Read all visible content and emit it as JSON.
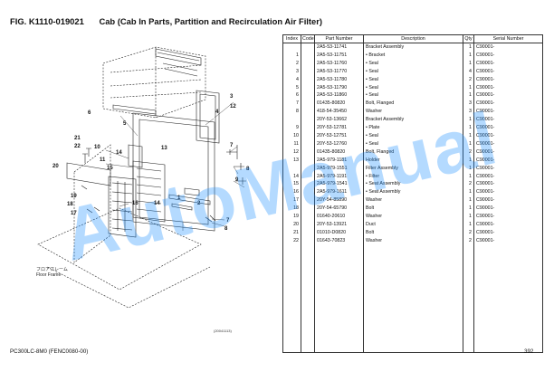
{
  "header": {
    "fig_code": "FIG. K1110-019021",
    "fig_title": "Cab (Cab In Parts, Partition and Recirculation Air Filter)"
  },
  "table": {
    "columns": [
      "Index",
      "Code",
      "Part Number",
      "Description",
      "Qty",
      "Serial Number"
    ],
    "rows": [
      {
        "index": "",
        "part": "2A5-53-11741",
        "desc": "Bracket Assembly",
        "qty": "1",
        "serial": "C90001-"
      },
      {
        "index": "1",
        "part": "2A5-53-11751",
        "desc": "• Bracket",
        "qty": "1",
        "serial": "C90001-"
      },
      {
        "index": "2",
        "part": "2A5-53-11760",
        "desc": "• Seal",
        "qty": "1",
        "serial": "C90001-"
      },
      {
        "index": "3",
        "part": "2A5-53-11770",
        "desc": "• Seal",
        "qty": "4",
        "serial": "C90001-"
      },
      {
        "index": "4",
        "part": "2A5-53-11780",
        "desc": "• Seal",
        "qty": "2",
        "serial": "C90001-"
      },
      {
        "index": "5",
        "part": "2A5-53-11790",
        "desc": "• Seal",
        "qty": "1",
        "serial": "C90001-"
      },
      {
        "index": "6",
        "part": "2A5-53-11860",
        "desc": "• Seal",
        "qty": "1",
        "serial": "C90001-"
      },
      {
        "index": "7",
        "part": "01435-80820",
        "desc": "Bolt, Flanged",
        "qty": "3",
        "serial": "C90001-"
      },
      {
        "index": "8",
        "part": "418-54-35450",
        "desc": "Washer",
        "qty": "3",
        "serial": "C90001-"
      },
      {
        "index": "",
        "part": "20Y-53-13662",
        "desc": "Bracket Assembly",
        "qty": "1",
        "serial": "C90001-"
      },
      {
        "index": "9",
        "part": "20Y-53-12781",
        "desc": "• Plate",
        "qty": "1",
        "serial": "C90001-"
      },
      {
        "index": "10",
        "part": "20Y-53-12751",
        "desc": "• Seal",
        "qty": "1",
        "serial": "C90001-"
      },
      {
        "index": "11",
        "part": "20Y-53-12760",
        "desc": "• Seal",
        "qty": "1",
        "serial": "C90001-"
      },
      {
        "index": "12",
        "part": "01435-80820",
        "desc": "Bolt, Flanged",
        "qty": "2",
        "serial": "C90001-"
      },
      {
        "index": "13",
        "part": "2A5-979-1181",
        "desc": "Holder",
        "qty": "1",
        "serial": "C90001-"
      },
      {
        "index": "",
        "part": "2A5-979-1551",
        "desc": "Filter Assembly",
        "qty": "1",
        "serial": "C90001-"
      },
      {
        "index": "14",
        "part": "2A5-979-1191",
        "desc": "• Filter",
        "qty": "1",
        "serial": "C90001-"
      },
      {
        "index": "15",
        "part": "2A5-979-1541",
        "desc": "• Seat Assembly",
        "qty": "2",
        "serial": "C90001-"
      },
      {
        "index": "16",
        "part": "2A5-979-1611",
        "desc": "• Seat Assembly",
        "qty": "1",
        "serial": "C90001-"
      },
      {
        "index": "17",
        "part": "20Y-54-85890",
        "desc": "Washer",
        "qty": "1",
        "serial": "C90001-"
      },
      {
        "index": "18",
        "part": "20Y-54-65790",
        "desc": "Bolt",
        "qty": "1",
        "serial": "C90001-"
      },
      {
        "index": "19",
        "part": "01640-20610",
        "desc": "Washer",
        "qty": "1",
        "serial": "C90001-"
      },
      {
        "index": "20",
        "part": "20Y-53-13921",
        "desc": "Duct",
        "qty": "1",
        "serial": "C90001-"
      },
      {
        "index": "21",
        "part": "01010-D0820",
        "desc": "Bolt",
        "qty": "2",
        "serial": "C90001-"
      },
      {
        "index": "22",
        "part": "01643-70823",
        "desc": "Washer",
        "qty": "2",
        "serial": "C90001-"
      }
    ]
  },
  "diagram": {
    "callouts": [
      "1",
      "2",
      "3",
      "4",
      "5",
      "6",
      "7",
      "8",
      "9",
      "10",
      "11",
      "12",
      "13",
      "14",
      "15",
      "16",
      "17",
      "18",
      "19",
      "20",
      "21",
      "22"
    ],
    "frame_label_jp": "フロアフレーム",
    "frame_label_en": "Floor Frame",
    "figure_number": "(20041113)"
  },
  "watermark": "AutoManual",
  "footer": {
    "model": "PC300LC-8M0 (FENC0080-00)",
    "page": "392"
  }
}
